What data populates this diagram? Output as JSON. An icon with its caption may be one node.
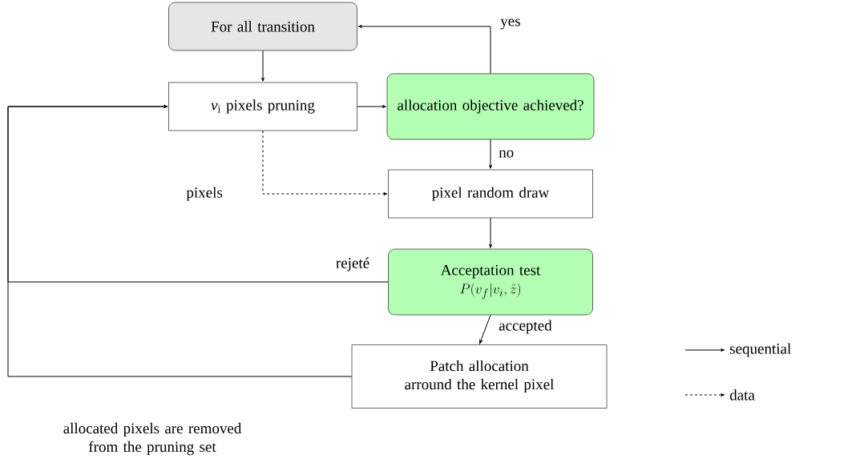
{
  "diagram": {
    "nodes": [
      {
        "text": [
          "For all transition"
        ]
      },
      {
        "text": [
          "*v*$_{i}$ pixels pruning"
        ]
      },
      {
        "text": [
          "allocation objective achieved?"
        ]
      },
      {
        "text": [
          "pixel random draw"
        ]
      },
      {
        "text": [
          "Acceptation test",
          "P(v_f|v_i,\\hat{z})"
        ]
      },
      {
        "text": [
          "Patch allocation arround the kernel pixel"
        ]
      }
    ],
    "edges": [
      {
        "from": 0,
        "to": 1,
        "arrow": "to"
      },
      {
        "from": 1,
        "to": 2,
        "arrow": "to"
      },
      {
        "from": 2,
        "to": 0,
        "arrow": "to",
        "label": "yes"
      },
      {
        "from": 2,
        "to": 3,
        "arrow": "to",
        "label": "no"
      },
      {
        "from": 1,
        "to": 3,
        "arrow": "to",
        "style": "dashed",
        "label": "pixels"
      },
      {
        "from": 3,
        "to": 4,
        "arrow": "to"
      },
      {
        "from": 4,
        "to": 1,
        "arrow": "to",
        "label": "rejeté"
      },
      {
        "from": 4,
        "to": 5,
        "arrow": "to",
        "label": "accepted"
      },
      {
        "from": 5,
        "to": 1,
        "arrow": "to",
        "label": "allocated pixels are removed from the pruning set"
      }
    ],
    "legend": [
      {
        "text": "sequential"
      },
      {
        "text": "data"
      }
    ]
  }
}
